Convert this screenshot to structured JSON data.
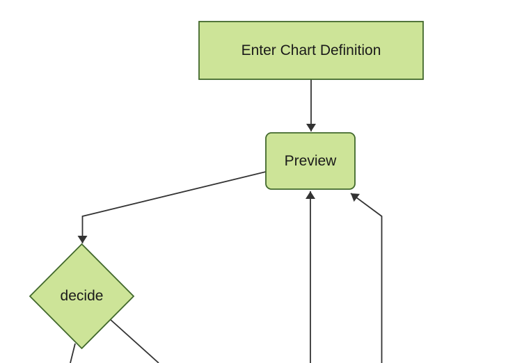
{
  "diagram": {
    "type": "flowchart",
    "direction": "top-down",
    "theme": "forest",
    "colors": {
      "node_fill": "#cde498",
      "node_border": "#41682c",
      "edge_line": "#333333",
      "arrowhead": "#333333",
      "label_text": "#1a1a1a",
      "background": "#ffffff"
    },
    "nodes": [
      {
        "id": "enter-chart-definition",
        "label": "Enter Chart Definition",
        "shape": "rectangle"
      },
      {
        "id": "preview",
        "label": "Preview",
        "shape": "rounded-rectangle"
      },
      {
        "id": "decide",
        "label": "decide",
        "shape": "diamond"
      }
    ],
    "edges": [
      {
        "from": "enter-chart-definition",
        "to": "preview",
        "arrowhead": true
      },
      {
        "from": "preview",
        "to": "decide",
        "arrowhead": true
      },
      {
        "from": "offscreen-bottom",
        "to": "preview",
        "arrowhead": true
      },
      {
        "from": "offscreen-bottom-right",
        "to": "preview",
        "arrowhead": true
      },
      {
        "from": "decide",
        "to": "offscreen-bottom-left",
        "arrowhead": false
      },
      {
        "from": "decide",
        "to": "offscreen-bottom-right",
        "arrowhead": false
      }
    ]
  }
}
